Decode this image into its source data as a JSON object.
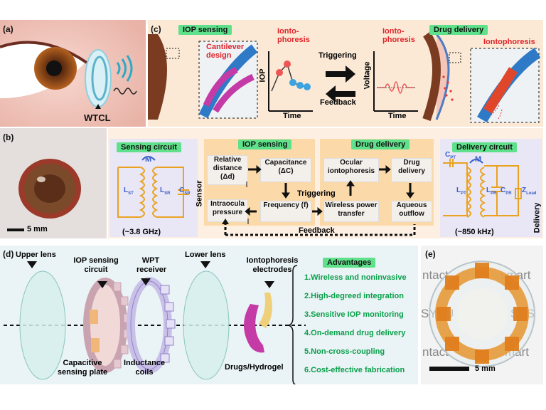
{
  "panels": {
    "a": "(a)",
    "b": "(b)",
    "c": "(c)",
    "d": "(d)",
    "e": "(e)"
  },
  "a": {
    "device": "WTCL"
  },
  "b": {
    "scale": "5 mm"
  },
  "c": {
    "iop_title": "IOP sensing",
    "cantilever": "Cantilever design",
    "ionto_top": "Ionto-\nphoresis",
    "iop_axis": "IOP",
    "time1": "Time",
    "triggering": "Triggering",
    "feedback": "Feedback",
    "ionto2": "Ionto-\nphoresis",
    "voltage": "Voltage",
    "time2": "Time",
    "drug_title": "Drug delivery",
    "iontophoresis": "Iontophoresis"
  },
  "circuit": {
    "sensing_title": "Sensing circuit",
    "m": "M",
    "lst": "L",
    "lst_sub": "ST",
    "lsr": "L",
    "lsr_sub": "SR",
    "csr": "C",
    "csr_sub": "SR",
    "sensor": "Sensor",
    "freq_left": "(~3.8 GHz)",
    "iop_title": "IOP sensing",
    "rel_dist": "Relative distance (Δd)",
    "capacitance": "Capacitance (ΔC)",
    "intraocular": "Intraocula pressure",
    "frequency": "Frequency (f)",
    "triggering": "Triggering",
    "drug_title": "Drug delivery",
    "ocular_ionto": "Ocular iontophoresis",
    "drug_delivery": "Drug delivery",
    "wpt": "Wireless power transfer",
    "aqueous": "Aqueous outflow",
    "feedback": "Feedback",
    "delivery_title": "Delivery circuit",
    "cpt": "C",
    "cpt_sub": "PT",
    "m2": "M",
    "lpt": "L",
    "lpt_sub": "PT",
    "lpr": "L",
    "lpr_sub": "PR",
    "cpr": "C",
    "cpr_sub": "PR",
    "zload": "Z",
    "zload_sub": "Load",
    "delivery": "Delivery",
    "freq_right": "(~850 kHz)"
  },
  "d": {
    "upper_lens": "Upper lens",
    "iop_circuit": "IOP sensing circuit",
    "wpt_receiver": "WPT receiver",
    "lower_lens": "Lower lens",
    "ionto_electrodes": "Iontophoresis electrodes",
    "cap_plate": "Capacitive sensing plate",
    "coils": "Inductance coils",
    "drugs": "Drugs/Hydrogel",
    "adv_title": "Advantages",
    "advantages": [
      "1.Wireless and noninvasive",
      "2.High-degreed integration",
      "3.Sensitive IOP monitoring",
      "4.On-demand drug delivery",
      "5.Non-cross-coupling",
      "6.Cost-effective fabrication"
    ]
  },
  "e": {
    "scale": "5 mm",
    "bg_text": [
      "ntact",
      "smart",
      "SYSU",
      "SYS",
      "ntact",
      "mart"
    ]
  }
}
